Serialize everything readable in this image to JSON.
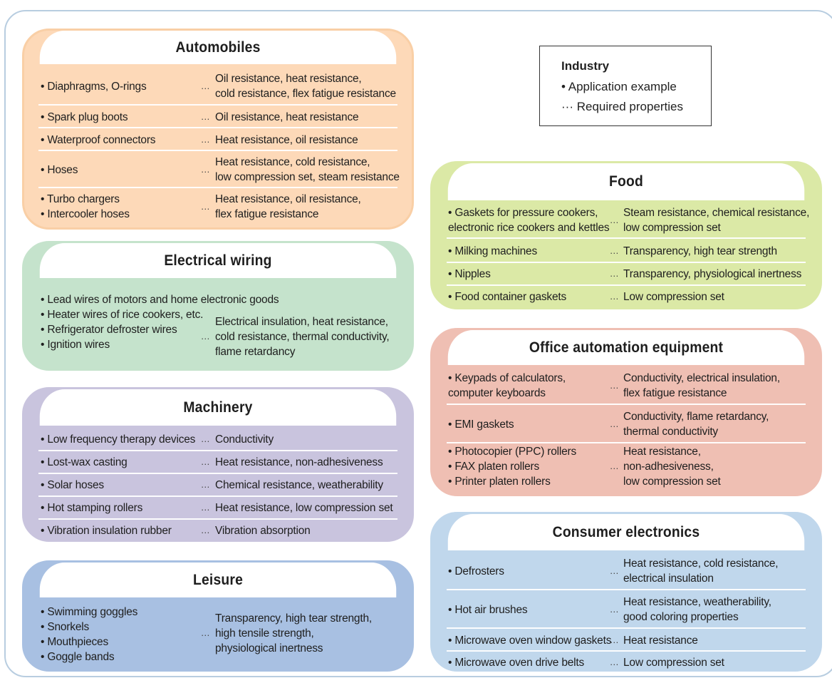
{
  "legend": {
    "title": "Industry",
    "application_label": "• Application example",
    "properties_label": "··· Required properties"
  },
  "panels": [
    {
      "id": "automobiles",
      "title": "Automobiles",
      "color": "#fdd9b8",
      "border": "#f9cfa6",
      "rows": [
        {
          "app": [
            "• Diaphragms, O-rings"
          ],
          "props": [
            "Oil resistance, heat resistance,",
            "cold resistance, flex fatigue resistance"
          ]
        },
        {
          "app": [
            "• Spark plug boots"
          ],
          "props": [
            "Oil resistance, heat resistance"
          ]
        },
        {
          "app": [
            "• Waterproof connectors"
          ],
          "props": [
            "Heat resistance, oil resistance"
          ]
        },
        {
          "app": [
            "• Hoses"
          ],
          "props": [
            "Heat resistance, cold resistance,",
            "low compression set, steam resistance"
          ]
        },
        {
          "app": [
            "• Turbo chargers",
            "• Intercooler hoses"
          ],
          "props": [
            "Heat resistance, oil resistance,",
            "flex fatigue resistance"
          ]
        }
      ]
    },
    {
      "id": "electrical-wiring",
      "title": "Electrical wiring",
      "color": "#c5e3cc",
      "border": "#c5e3cc",
      "rows": [
        {
          "app": [
            "• Lead wires of motors and home electronic goods",
            "• Heater wires of rice cookers, etc.",
            "• Refrigerator defroster wires",
            "• Ignition wires"
          ],
          "props": [
            "Electrical insulation, heat resistance,",
            "cold resistance, thermal conductivity,",
            "flame retardancy"
          ]
        }
      ]
    },
    {
      "id": "machinery",
      "title": "Machinery",
      "color": "#c9c4de",
      "border": "#c9c4de",
      "rows": [
        {
          "app": [
            "• Low frequency therapy devices"
          ],
          "props": [
            "Conductivity"
          ]
        },
        {
          "app": [
            "• Lost-wax casting"
          ],
          "props": [
            "Heat resistance, non-adhesiveness"
          ]
        },
        {
          "app": [
            "• Solar hoses"
          ],
          "props": [
            "Chemical resistance, weatherability"
          ]
        },
        {
          "app": [
            "• Hot stamping rollers"
          ],
          "props": [
            "Heat resistance, low compression set"
          ]
        },
        {
          "app": [
            "• Vibration insulation rubber"
          ],
          "props": [
            "Vibration absorption"
          ]
        }
      ]
    },
    {
      "id": "leisure",
      "title": "Leisure",
      "color": "#a8c0e2",
      "border": "#a8c0e2",
      "rows": [
        {
          "app": [
            "• Swimming goggles",
            "• Snorkels",
            "• Mouthpieces",
            "• Goggle bands"
          ],
          "props": [
            "Transparency, high tear strength,",
            "high tensile strength,",
            "physiological inertness"
          ]
        }
      ]
    },
    {
      "id": "food",
      "title": "Food",
      "color": "#dbe9a6",
      "border": "#dbe9a6",
      "rows": [
        {
          "app": [
            "• Gaskets for pressure cookers,",
            "  electronic rice cookers and kettles"
          ],
          "props": [
            "Steam resistance, chemical resistance,",
            "low compression set"
          ]
        },
        {
          "app": [
            "• Milking machines"
          ],
          "props": [
            "Transparency, high tear strength"
          ]
        },
        {
          "app": [
            "• Nipples"
          ],
          "props": [
            "Transparency, physiological inertness"
          ]
        },
        {
          "app": [
            "• Food container gaskets"
          ],
          "props": [
            "Low compression set"
          ]
        }
      ]
    },
    {
      "id": "office-automation",
      "title": "Office automation equipment",
      "color": "#efbfb3",
      "border": "#efbfb3",
      "rows": [
        {
          "app": [
            "• Keypads of calculators,",
            "  computer keyboards"
          ],
          "props": [
            "Conductivity, electrical insulation,",
            "flex fatigue resistance"
          ]
        },
        {
          "app": [
            "• EMI gaskets"
          ],
          "props": [
            "Conductivity, flame retardancy,",
            "thermal conductivity"
          ]
        },
        {
          "app": [
            "• Photocopier (PPC) rollers",
            "• FAX platen rollers",
            "• Printer platen rollers"
          ],
          "props": [
            "Heat resistance,",
            "non-adhesiveness,",
            "low compression set"
          ]
        }
      ]
    },
    {
      "id": "consumer-electronics",
      "title": "Consumer electronics",
      "color": "#c0d7ec",
      "border": "#c0d7ec",
      "rows": [
        {
          "app": [
            "• Defrosters"
          ],
          "props": [
            "Heat resistance, cold resistance,",
            "electrical insulation"
          ]
        },
        {
          "app": [
            "• Hot air brushes"
          ],
          "props": [
            "Heat resistance, weatherability,",
            "good coloring properties"
          ]
        },
        {
          "app": [
            "• Microwave oven window gaskets"
          ],
          "props": [
            "Heat resistance"
          ]
        },
        {
          "app": [
            "• Microwave oven drive belts"
          ],
          "props": [
            "Low compression set"
          ]
        }
      ]
    }
  ]
}
